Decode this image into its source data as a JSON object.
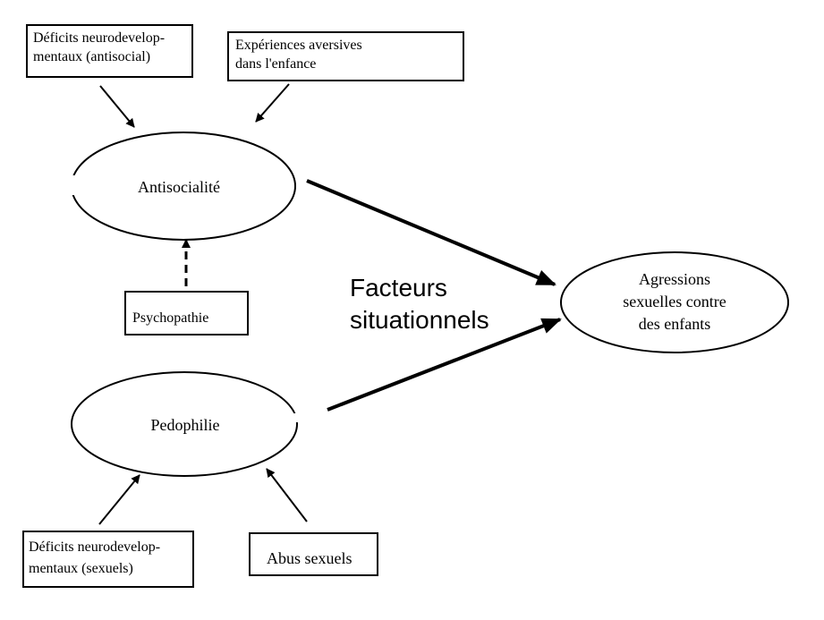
{
  "boxes": {
    "deficits_antisocial": {
      "line1": "Déficits neurodevelop-",
      "line2": "mentaux (antisocial)"
    },
    "experiences": {
      "line1": "Expériences aversives",
      "line2": "dans l'enfance"
    },
    "psychopathie": {
      "label": "Psychopathie"
    },
    "deficits_sexuels": {
      "line1": "Déficits neurodevelop-",
      "line2": "mentaux (sexuels)"
    },
    "abus": {
      "label": "Abus sexuels"
    }
  },
  "nodes": {
    "antisocialite": {
      "label": "Antisocialité"
    },
    "pedophilie": {
      "label": "Pedophilie"
    },
    "agressions": {
      "line1": "Agressions",
      "line2": "sexuelles contre",
      "line3": "des enfants"
    }
  },
  "situational": {
    "line1": "Facteurs",
    "line2": "situationnels"
  }
}
